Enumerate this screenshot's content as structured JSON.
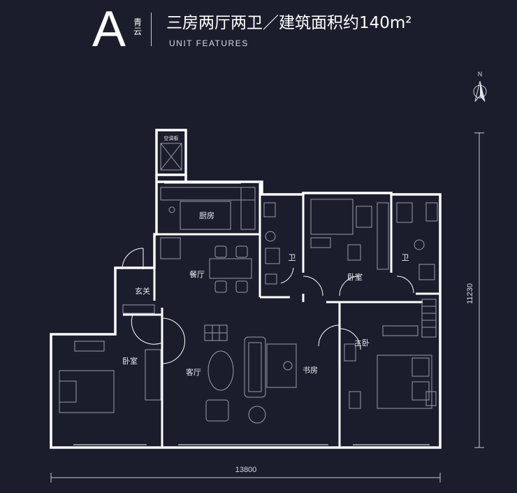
{
  "header": {
    "unit_letter": "A",
    "unit_name": "青云",
    "title": "三房两厅两卫／建筑面积约140m²",
    "subtitle": "UNIT FEATURES"
  },
  "compass": {
    "label": "N",
    "icon": "north-arrow-icon"
  },
  "rooms": {
    "ac_platform": "空调板",
    "kitchen": "厨房",
    "bath1": "卫",
    "bedroom_mid": "卧室",
    "bath2": "卫",
    "foyer": "玄关",
    "dining": "餐厅",
    "living": "客厅",
    "study": "书房",
    "master": "主卧",
    "bedroom_left": "卧室"
  },
  "dimensions": {
    "width": "13800",
    "depth": "11230"
  },
  "colors": {
    "background": "#1b1d2c",
    "wall": "#ffffff",
    "fixture": "#9a9cab"
  }
}
